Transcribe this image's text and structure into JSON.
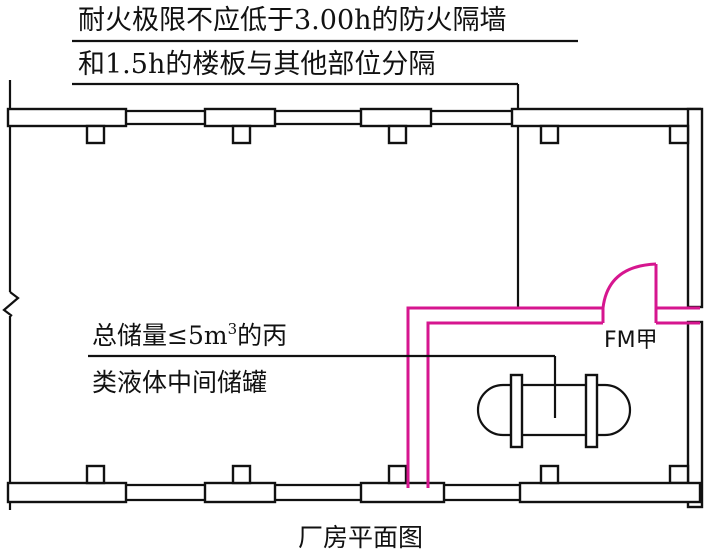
{
  "labels": {
    "fire_wall_line1": "耐火极限不应低于3.00h的防火隔墙",
    "fire_wall_line2": "和1.5h的楼板与其他部位分隔",
    "tank_line1": "总储量≤5m",
    "tank_superscript": "3",
    "tank_line1_tail": "的丙",
    "tank_line2": "类液体中间储罐",
    "door_code": "FM甲",
    "caption": "厂房平面图"
  },
  "colors": {
    "ink": "#111111",
    "fire_partition": "#d6168f"
  }
}
